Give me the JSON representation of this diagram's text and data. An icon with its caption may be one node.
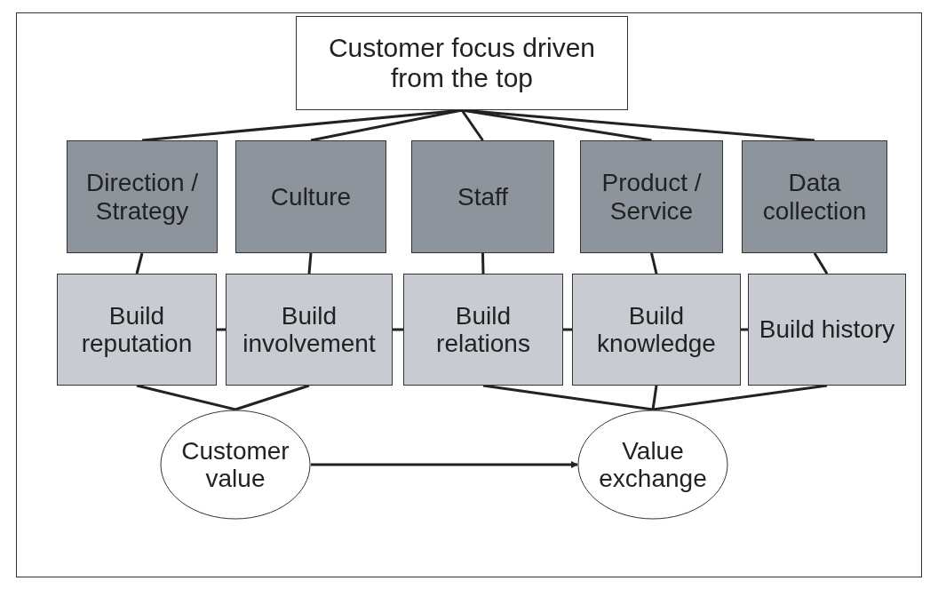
{
  "diagram": {
    "nodes": [
      {
        "text": [
          "Customer focus driven from the top"
        ]
      },
      {
        "text": [
          "Direction / Strategy"
        ]
      },
      {
        "text": [
          "Culture"
        ]
      },
      {
        "text": [
          "Staff"
        ]
      },
      {
        "text": [
          "Product / Service"
        ]
      },
      {
        "text": [
          "Data collection"
        ]
      },
      {
        "text": [
          "Build reputation"
        ]
      },
      {
        "text": [
          "Build involvement"
        ]
      },
      {
        "text": [
          "Build relations"
        ]
      },
      {
        "text": [
          "Build knowledge"
        ]
      },
      {
        "text": [
          "Build history"
        ]
      },
      {
        "text": [
          "Customer value"
        ]
      },
      {
        "text": [
          "Value exchange"
        ]
      }
    ],
    "edges": [
      {
        "from": 0,
        "to": 1,
        "arrow": "none"
      },
      {
        "from": 0,
        "to": 2,
        "arrow": "none"
      },
      {
        "from": 0,
        "to": 3,
        "arrow": "none"
      },
      {
        "from": 0,
        "to": 4,
        "arrow": "none"
      },
      {
        "from": 0,
        "to": 5,
        "arrow": "none"
      },
      {
        "from": 1,
        "to": 6,
        "arrow": "none"
      },
      {
        "from": 2,
        "to": 7,
        "arrow": "none"
      },
      {
        "from": 3,
        "to": 8,
        "arrow": "none"
      },
      {
        "from": 4,
        "to": 9,
        "arrow": "none"
      },
      {
        "from": 5,
        "to": 10,
        "arrow": "none"
      },
      {
        "from": 6,
        "to": 7,
        "arrow": "none"
      },
      {
        "from": 7,
        "to": 8,
        "arrow": "none"
      },
      {
        "from": 8,
        "to": 9,
        "arrow": "none"
      },
      {
        "from": 9,
        "to": 10,
        "arrow": "none"
      },
      {
        "from": 6,
        "to": 11,
        "arrow": "none"
      },
      {
        "from": 7,
        "to": 11,
        "arrow": "none"
      },
      {
        "from": 8,
        "to": 12,
        "arrow": "none"
      },
      {
        "from": 9,
        "to": 12,
        "arrow": "none"
      },
      {
        "from": 10,
        "to": 12,
        "arrow": "none"
      },
      {
        "from": 11,
        "to": 12,
        "arrow": "to"
      }
    ]
  }
}
